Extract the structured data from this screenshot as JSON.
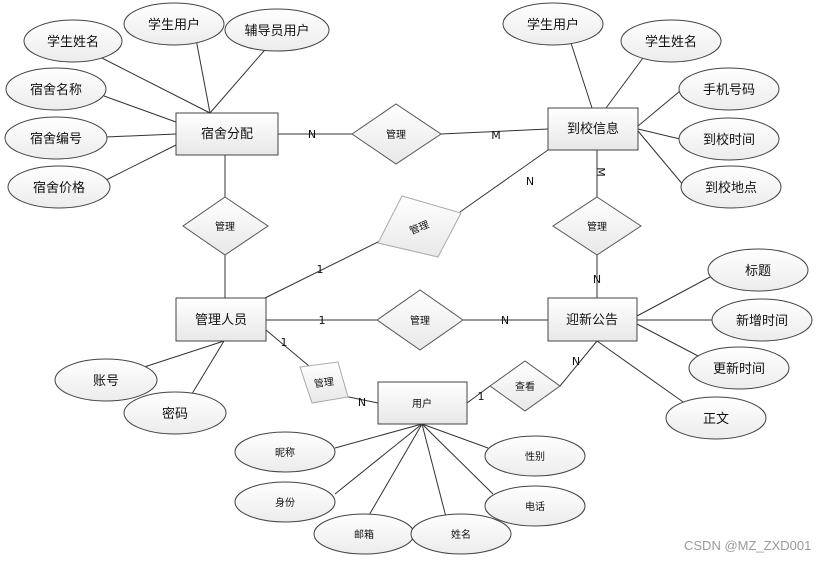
{
  "entities": {
    "dorm": "宿舍分配",
    "arrival": "到校信息",
    "admin": "管理人员",
    "notice": "迎新公告",
    "user": "用户"
  },
  "relationships": {
    "r_dorm_arrival": "管理",
    "r_dorm_admin": "管理",
    "r_admin_arrival": "管理",
    "r_arrival_notice": "管理",
    "r_admin_notice": "管理",
    "r_admin_user": "管理",
    "r_user_notice": "查看"
  },
  "attributes": {
    "dorm_student_name": "学生姓名",
    "dorm_student_user": "学生用户",
    "dorm_counselor_user": "辅导员用户",
    "dorm_name": "宿舍名称",
    "dorm_number": "宿舍编号",
    "dorm_price": "宿舍价格",
    "arr_student_user": "学生用户",
    "arr_student_name": "学生姓名",
    "arr_phone": "手机号码",
    "arr_time": "到校时间",
    "arr_place": "到校地点",
    "notice_title": "标题",
    "notice_add_time": "新增时间",
    "notice_update_time": "更新时间",
    "notice_body": "正文",
    "admin_account": "账号",
    "admin_password": "密码",
    "user_nickname": "昵称",
    "user_identity": "身份",
    "user_email": "邮箱",
    "user_name": "姓名",
    "user_gender": "性别",
    "user_phone": "电话"
  },
  "cardinalities": {
    "dorm_arr_n": "N",
    "dorm_arr_m": "M",
    "arr_notice_m": "M",
    "arr_notice_n": "N",
    "admin_arr_1": "1",
    "admin_arr_n": "N",
    "admin_notice_1": "1",
    "admin_notice_n": "N",
    "admin_user_1": "1",
    "admin_user_n": "N",
    "user_notice_1": "1",
    "user_notice_n": "N"
  },
  "watermark": "CSDN @MZ_ZXD001"
}
